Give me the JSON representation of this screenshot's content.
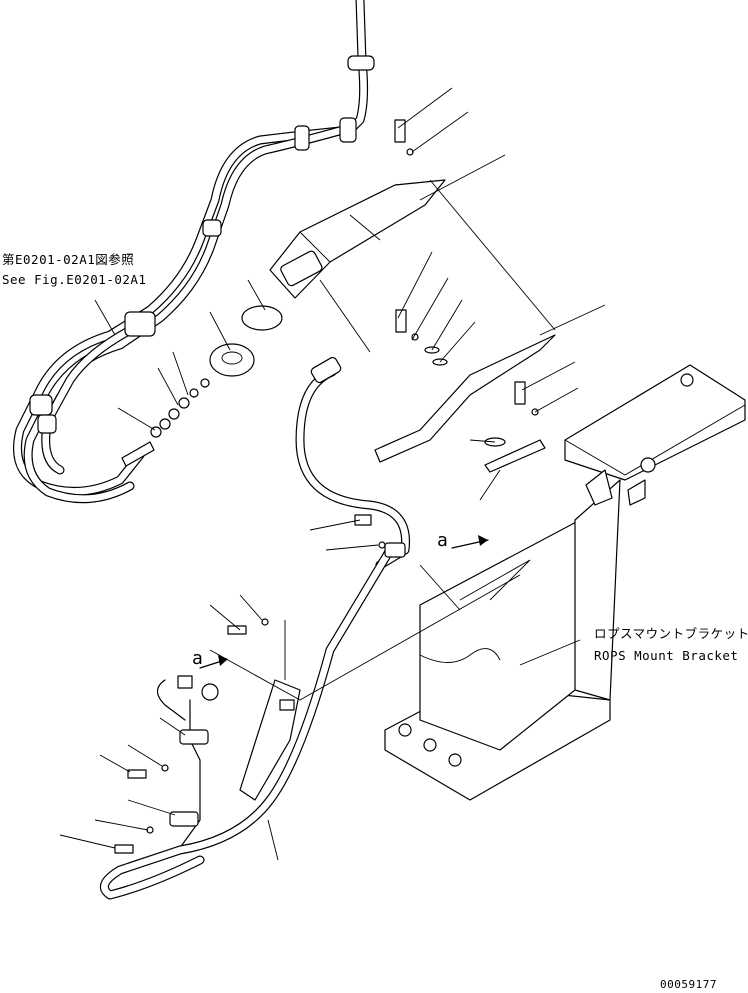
{
  "labels": {
    "see_fig_jp": "第E0201-02A1図参照",
    "see_fig_en": "See Fig.E0201-02A1",
    "rops_jp": "ロプスマウントブラケット",
    "rops_en": "ROPS Mount Bracket",
    "view_a_upper": "a",
    "view_a_lower": "a",
    "drawing_number": "00059177"
  }
}
